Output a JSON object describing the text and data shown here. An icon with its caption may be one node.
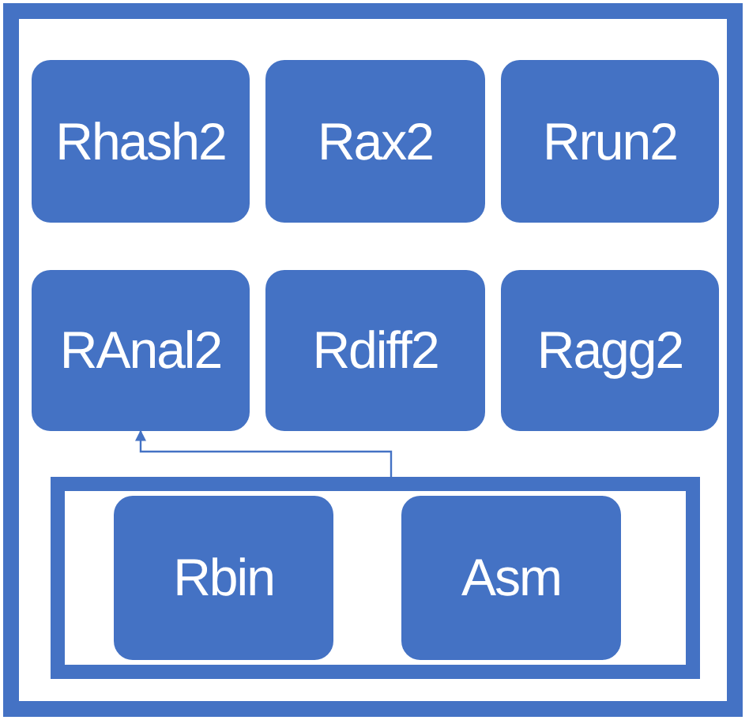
{
  "diagram": {
    "nodes": [
      {
        "text": [],
        "shape": "box"
      },
      {
        "text": [
          "Rhash2"
        ],
        "in": 0
      },
      {
        "text": [
          "Rax2"
        ],
        "in": 0
      },
      {
        "text": [
          "Rrun2"
        ],
        "in": 0
      },
      {
        "text": [
          "RAnal2"
        ],
        "in": 0
      },
      {
        "text": [
          "Rdiff2"
        ],
        "in": 0
      },
      {
        "text": [
          "Ragg2"
        ],
        "in": 0
      },
      {
        "text": [],
        "shape": "box",
        "in": 0
      },
      {
        "text": [
          "Rbin"
        ],
        "in": 7
      },
      {
        "text": [
          "Asm"
        ],
        "in": 7
      }
    ],
    "edges": [
      {
        "from": 7,
        "to": 4,
        "arrow": "to"
      }
    ]
  }
}
